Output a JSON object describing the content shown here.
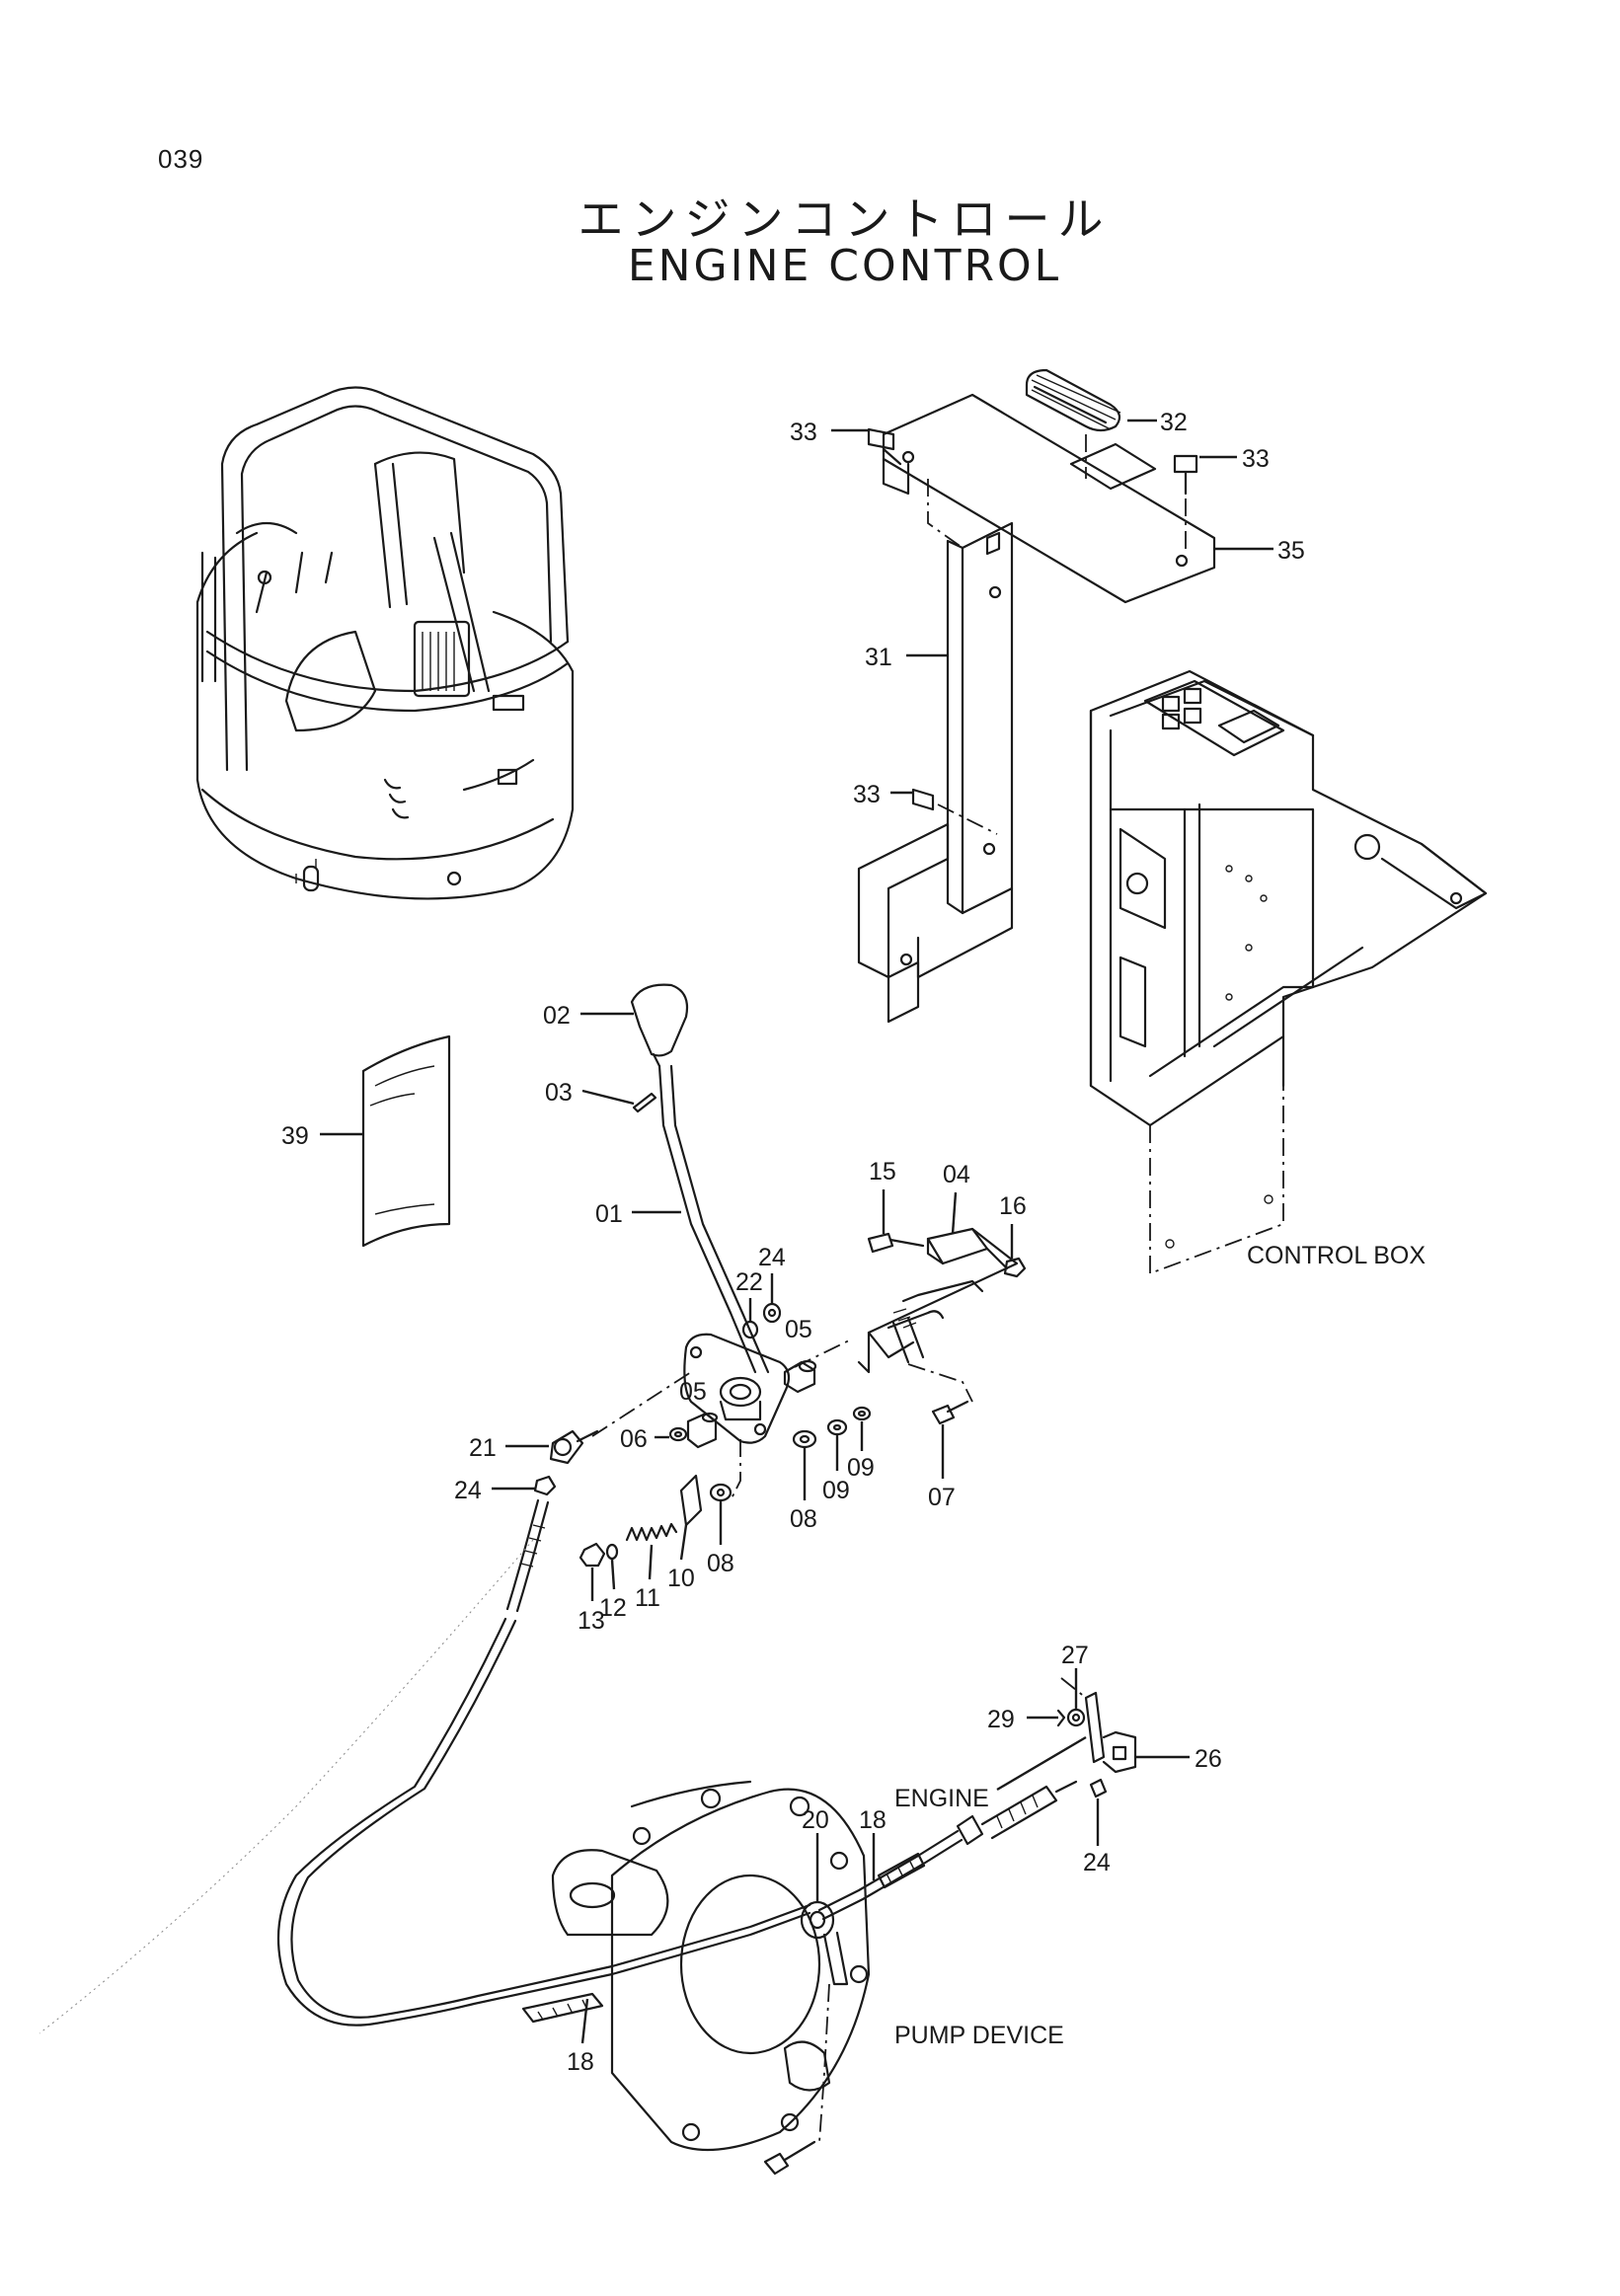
{
  "page_number": "039",
  "title_jp": "エンジンコントロール",
  "title_en": "ENGINE CONTROL",
  "assembly_labels": {
    "control_box": "CONTROL BOX",
    "engine": "ENGINE",
    "pump_device": "PUMP DEVICE"
  },
  "part_callouts": [
    {
      "id": "c-33a",
      "label": "33"
    },
    {
      "id": "c-32",
      "label": "32"
    },
    {
      "id": "c-33b",
      "label": "33"
    },
    {
      "id": "c-35",
      "label": "35"
    },
    {
      "id": "c-31",
      "label": "31"
    },
    {
      "id": "c-33c",
      "label": "33"
    },
    {
      "id": "c-02",
      "label": "02"
    },
    {
      "id": "c-03",
      "label": "03"
    },
    {
      "id": "c-39",
      "label": "39"
    },
    {
      "id": "c-01",
      "label": "01"
    },
    {
      "id": "c-15",
      "label": "15"
    },
    {
      "id": "c-04",
      "label": "04"
    },
    {
      "id": "c-16",
      "label": "16"
    },
    {
      "id": "c-24a",
      "label": "24"
    },
    {
      "id": "c-22",
      "label": "22"
    },
    {
      "id": "c-05a",
      "label": "05"
    },
    {
      "id": "c-05b",
      "label": "05"
    },
    {
      "id": "c-21",
      "label": "21"
    },
    {
      "id": "c-06",
      "label": "06"
    },
    {
      "id": "c-24b",
      "label": "24"
    },
    {
      "id": "c-08a",
      "label": "08"
    },
    {
      "id": "c-09a",
      "label": "09"
    },
    {
      "id": "c-09b",
      "label": "09"
    },
    {
      "id": "c-07",
      "label": "07"
    },
    {
      "id": "c-08b",
      "label": "08"
    },
    {
      "id": "c-10",
      "label": "10"
    },
    {
      "id": "c-11",
      "label": "11"
    },
    {
      "id": "c-12",
      "label": "12"
    },
    {
      "id": "c-13",
      "label": "13"
    },
    {
      "id": "c-27",
      "label": "27"
    },
    {
      "id": "c-29",
      "label": "29"
    },
    {
      "id": "c-26",
      "label": "26"
    },
    {
      "id": "c-24c",
      "label": "24"
    },
    {
      "id": "c-20",
      "label": "20"
    },
    {
      "id": "c-18a",
      "label": "18"
    },
    {
      "id": "c-18b",
      "label": "18"
    }
  ]
}
